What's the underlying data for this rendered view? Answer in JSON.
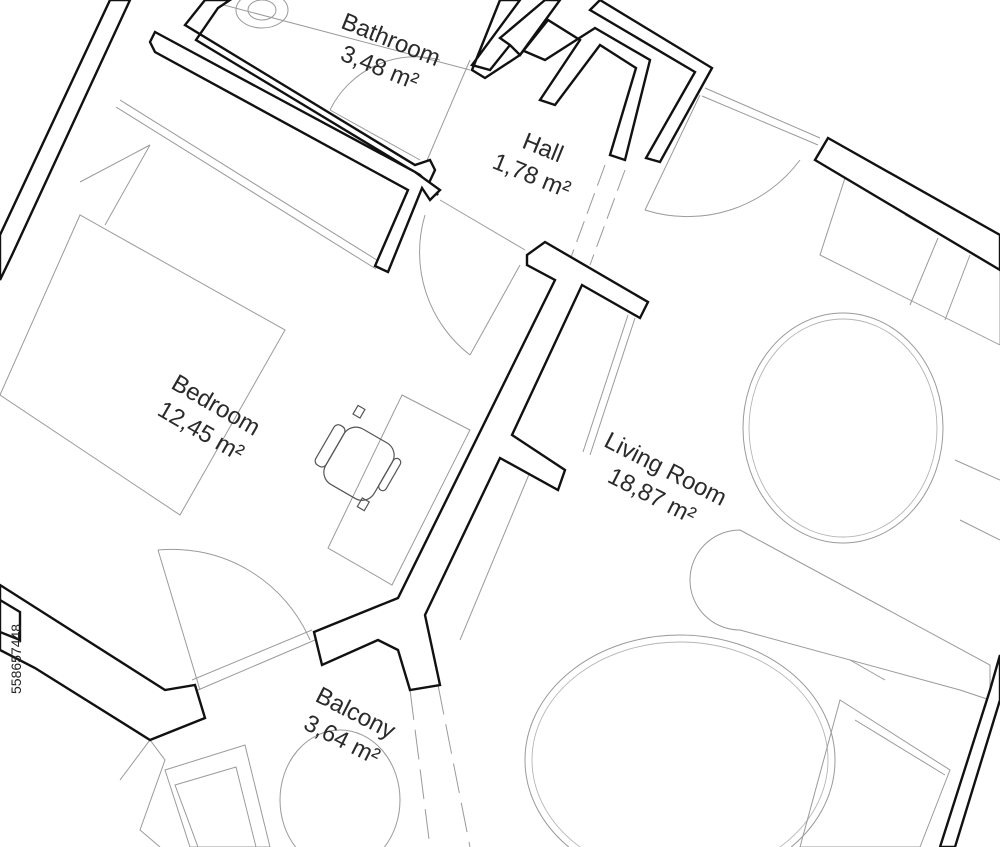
{
  "rooms": [
    {
      "name": "Bathroom",
      "area": "3,48 m²"
    },
    {
      "name": "Hall",
      "area": "1,78 m²"
    },
    {
      "name": "Bedroom",
      "area": "12,45 m²"
    },
    {
      "name": "Living Room",
      "area": "18,87 m²"
    },
    {
      "name": "Balcony",
      "area": "3,64 m²"
    }
  ],
  "stock_id": "558657448"
}
